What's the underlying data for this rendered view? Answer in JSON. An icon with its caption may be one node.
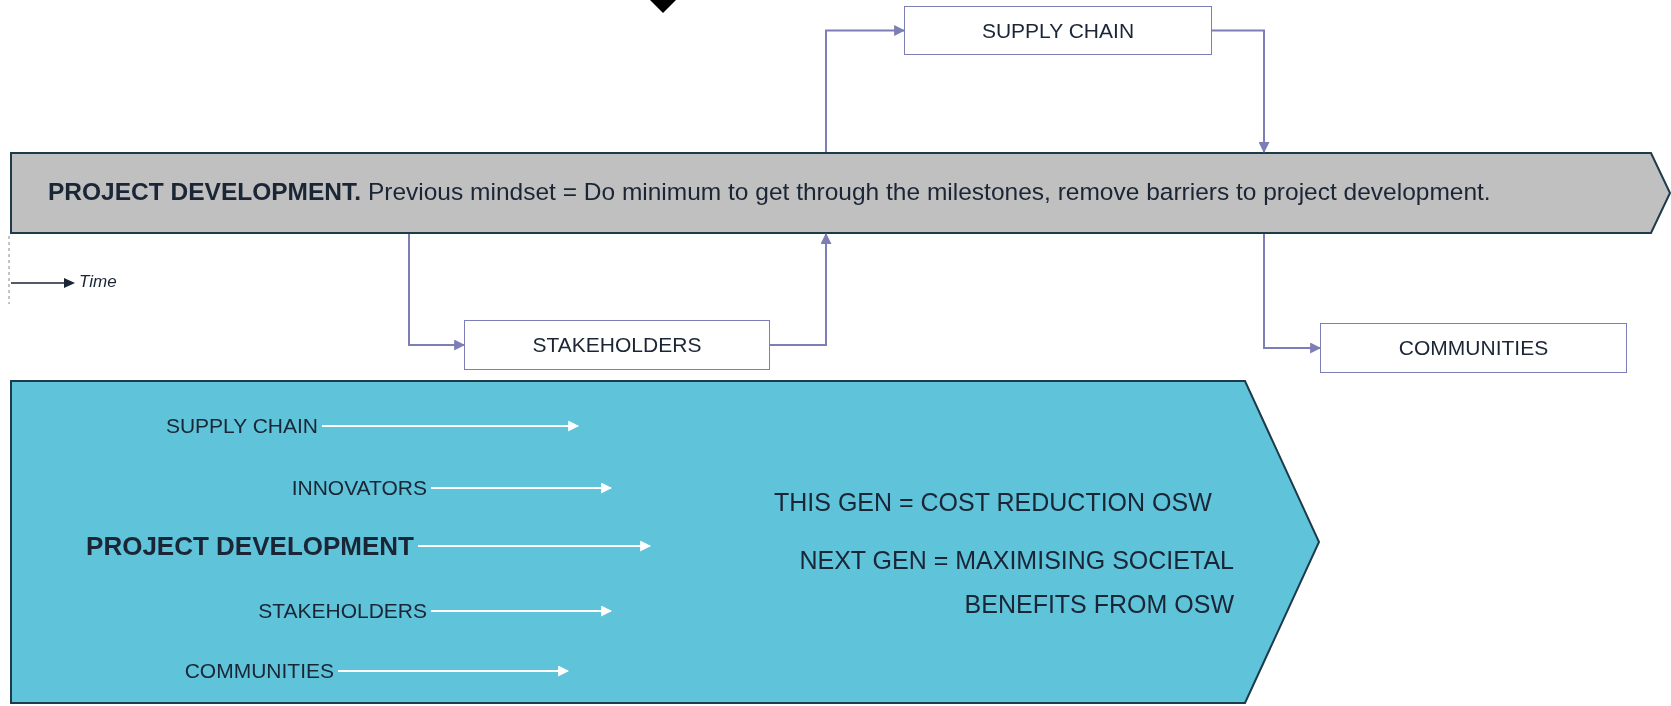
{
  "diagram": {
    "nodes": [
      {
        "text": [
          "SUPPLY CHAIN"
        ]
      },
      {
        "text": [
          "**PROJECT DEVELOPMENT.** Previous mindset = Do minimum to get through the milestones, remove barriers to project development."
        ]
      },
      {
        "text": [
          "STAKEHOLDERS"
        ]
      },
      {
        "text": [
          "COMMUNITIES"
        ]
      },
      {
        "text": [
          "THIS GEN = COST REDUCTION OSW",
          "NEXT GEN = MAXIMISING SOCIETAL BENEFITS FROM OSW"
        ]
      },
      {
        "text": [
          "SUPPLY CHAIN"
        ],
        "in": 4
      },
      {
        "text": [
          "INNOVATORS"
        ],
        "in": 4
      },
      {
        "text": [
          "PROJECT DEVELOPMENT"
        ],
        "in": 4
      },
      {
        "text": [
          "STAKEHOLDERS"
        ],
        "in": 4
      },
      {
        "text": [
          "COMMUNITIES"
        ],
        "in": 4
      }
    ],
    "edges": [
      {
        "from": 1,
        "to": 2,
        "arrow": "to"
      },
      {
        "from": 2,
        "to": 1,
        "arrow": "to"
      },
      {
        "from": 1,
        "to": 0,
        "arrow": "to"
      },
      {
        "from": 0,
        "to": 1,
        "arrow": "to"
      },
      {
        "from": 1,
        "to": 3,
        "arrow": "to"
      },
      {
        "from": 5,
        "to": null,
        "arrow": "to",
        "color": "#ffffff"
      },
      {
        "from": 6,
        "to": null,
        "arrow": "to",
        "color": "#ffffff"
      },
      {
        "from": 7,
        "to": null,
        "arrow": "to",
        "color": "#ffffff"
      },
      {
        "from": 8,
        "to": null,
        "arrow": "to",
        "color": "#ffffff"
      },
      {
        "from": 9,
        "to": null,
        "arrow": "to",
        "color": "#ffffff"
      }
    ],
    "labels": [
      "Time"
    ]
  }
}
